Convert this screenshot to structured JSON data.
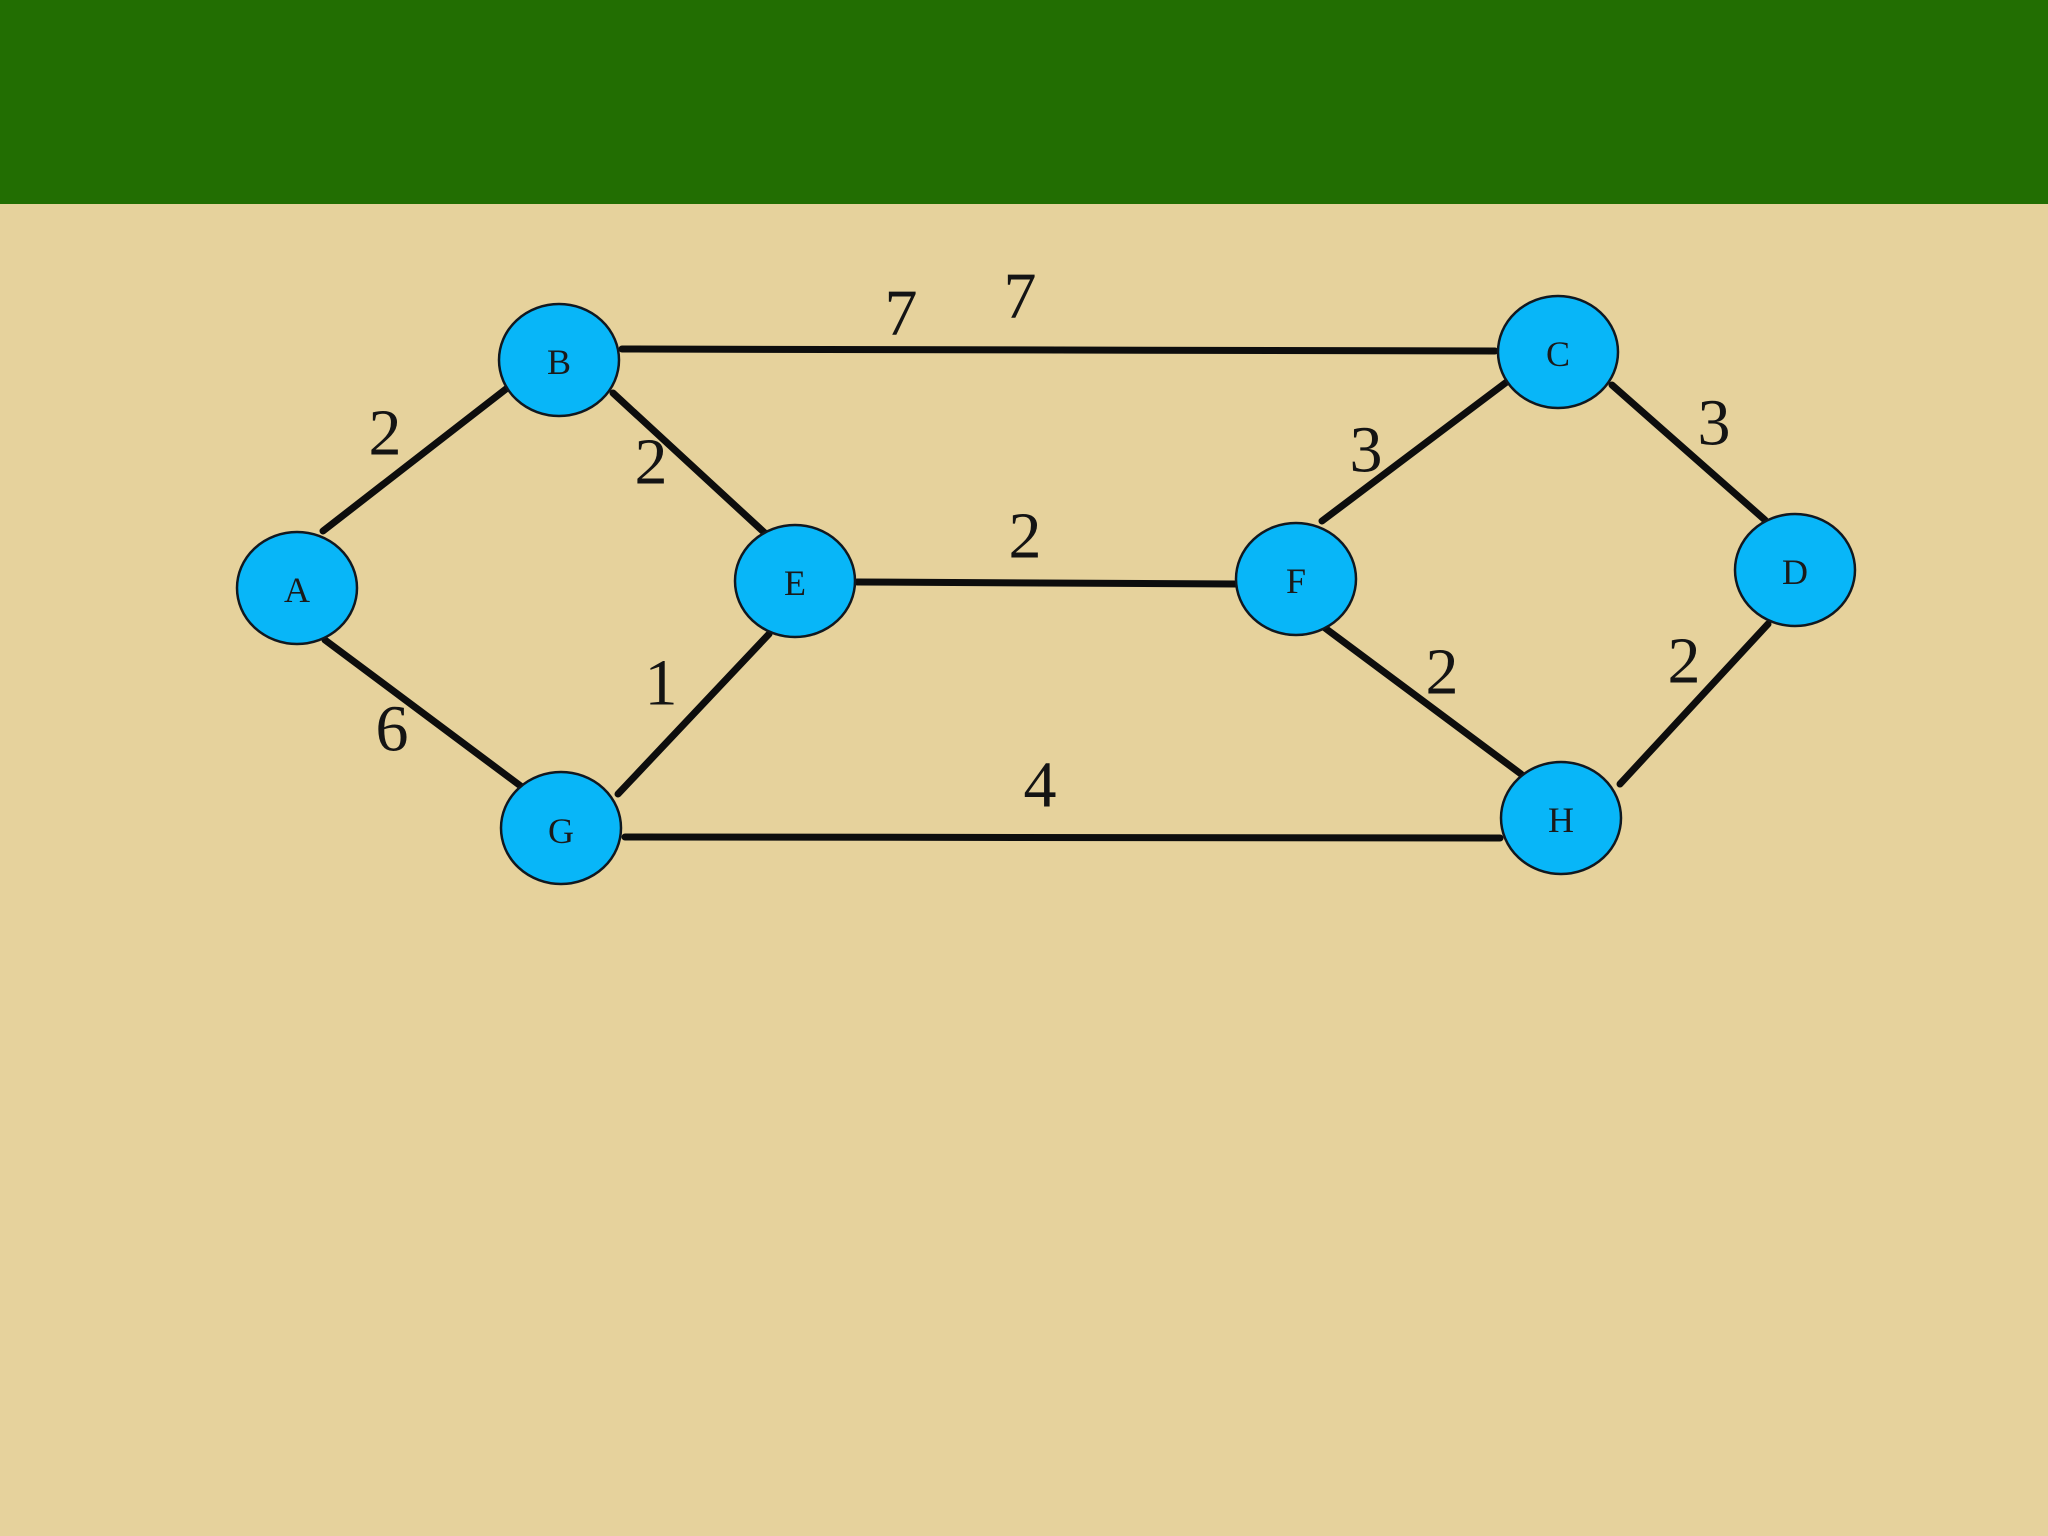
{
  "colors": {
    "background": "#e6d29c",
    "header_band": "#226e02",
    "node_fill": "#08b6f8",
    "edge": "#0d0d0d"
  },
  "graph": {
    "nodes": [
      {
        "id": "A",
        "label": "A"
      },
      {
        "id": "B",
        "label": "B"
      },
      {
        "id": "E",
        "label": "E"
      },
      {
        "id": "G",
        "label": "G"
      },
      {
        "id": "F",
        "label": "F"
      },
      {
        "id": "C",
        "label": "C"
      },
      {
        "id": "H",
        "label": "H"
      },
      {
        "id": "D",
        "label": "D"
      }
    ],
    "edges": [
      {
        "from": "A",
        "to": "B",
        "weight": "2"
      },
      {
        "from": "A",
        "to": "G",
        "weight": "6"
      },
      {
        "from": "B",
        "to": "E",
        "weight": "2"
      },
      {
        "from": "B",
        "to": "C",
        "weight": "7"
      },
      {
        "from": "E",
        "to": "G",
        "weight": "1"
      },
      {
        "from": "E",
        "to": "F",
        "weight": "2"
      },
      {
        "from": "G",
        "to": "H",
        "weight": "4"
      },
      {
        "from": "F",
        "to": "C",
        "weight": "3"
      },
      {
        "from": "F",
        "to": "H",
        "weight": "2"
      },
      {
        "from": "C",
        "to": "D",
        "weight": "3"
      },
      {
        "from": "H",
        "to": "D",
        "weight": "2"
      }
    ],
    "extra_label": "7"
  }
}
